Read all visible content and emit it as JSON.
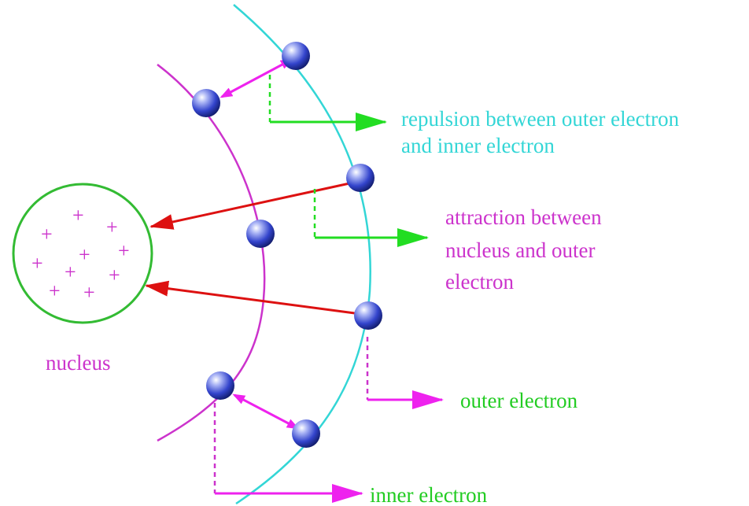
{
  "colors": {
    "inner_shell": "#cc33cc",
    "outer_shell": "#33d6d6",
    "nucleus": "#33bb33",
    "attraction_arrow": "#dd1111",
    "green_arrow": "#22dd22",
    "magenta_arrow": "#ee22ee",
    "electron": "#3344cc"
  },
  "labels": {
    "repulsion_line1": "repulsion between outer electron",
    "repulsion_line2": "and inner electron",
    "attraction_line1": "attraction between",
    "attraction_line2": "nucleus and outer",
    "attraction_line3": "electron",
    "nucleus": "nucleus",
    "outer_electron": "outer electron",
    "inner_electron": "inner electron"
  },
  "nucleus_symbol": "+",
  "nucleus_charge_count": 10
}
